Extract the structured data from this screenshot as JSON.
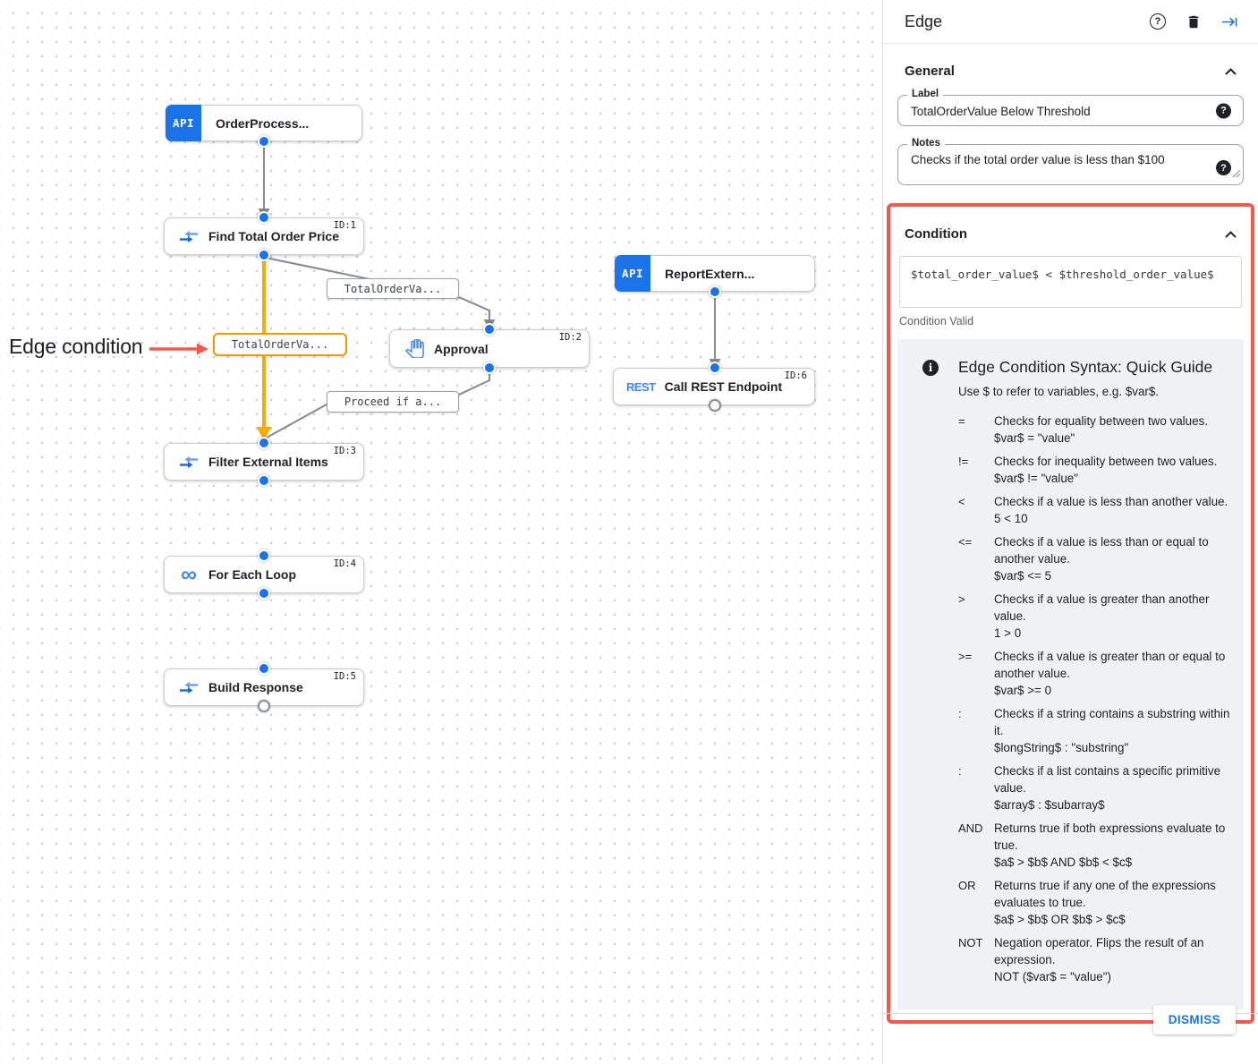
{
  "canvas": {
    "annotation": {
      "label": "Edge condition"
    },
    "nodes": [
      {
        "title": "OrderProcess...",
        "icon": "api-trigger-icon",
        "icon_label": "API"
      },
      {
        "title": "Find Total Order Price",
        "id": "ID:1",
        "icon": "data-mapping-icon"
      },
      {
        "title": "Approval",
        "id": "ID:2",
        "icon": "approval-hand-icon"
      },
      {
        "title": "ReportExtern...",
        "icon": "api-trigger-icon",
        "icon_label": "API"
      },
      {
        "title": "Call REST Endpoint",
        "id": "ID:6",
        "icon": "rest-icon",
        "icon_label": "REST"
      },
      {
        "title": "Filter External Items",
        "id": "ID:3",
        "icon": "data-mapping-icon"
      },
      {
        "title": "For Each Loop",
        "id": "ID:4",
        "icon": "loop-icon",
        "icon_label": "∞"
      },
      {
        "title": "Build Response",
        "id": "ID:5",
        "icon": "data-mapping-icon"
      }
    ],
    "edge_labels": [
      {
        "text": "TotalOrderVa...",
        "selected": false
      },
      {
        "text": "TotalOrderVa...",
        "selected": true
      },
      {
        "text": "Proceed if a...",
        "selected": false
      }
    ]
  },
  "panel": {
    "header": {
      "title": "Edge",
      "icon_names": [
        "help-icon",
        "delete-icon",
        "collapse-panel-icon"
      ],
      "help_glyph": "?"
    },
    "general": {
      "heading": "General",
      "label_field": {
        "label": "Label",
        "value": "TotalOrderValue Below Threshold",
        "help_glyph": "?"
      },
      "notes_field": {
        "label": "Notes",
        "value": "Checks if the total order value is less than $100",
        "help_glyph": "?"
      }
    },
    "condition": {
      "heading": "Condition",
      "expression": "$total_order_value$ < $threshold_order_value$",
      "status": "Condition Valid",
      "guide": {
        "title": "Edge Condition Syntax: Quick Guide",
        "intro": "Use $ to refer to variables, e.g. $var$.",
        "info_glyph": "i",
        "operators": [
          {
            "op": "=",
            "desc": "Checks for equality between two values.",
            "example": "$var$ = \"value\""
          },
          {
            "op": "!=",
            "desc": "Checks for inequality between two values.",
            "example": "$var$ != \"value\""
          },
          {
            "op": "<",
            "desc": "Checks if a value is less than another value.",
            "example": "5 < 10"
          },
          {
            "op": "<=",
            "desc": "Checks if a value is less than or equal to another value.",
            "example": "$var$ <= 5"
          },
          {
            "op": ">",
            "desc": "Checks if a value is greater than another value.",
            "example": "1 > 0"
          },
          {
            "op": ">=",
            "desc": "Checks if a value is greater than or equal to another value.",
            "example": "$var$ >= 0"
          },
          {
            "op": ":",
            "desc": "Checks if a string contains a substring within it.",
            "example": "$longString$ : \"substring\""
          },
          {
            "op": ":",
            "desc": "Checks if a list contains a specific primitive value.",
            "example": "$array$ : $subarray$"
          },
          {
            "op": "AND",
            "desc": "Returns true if both expressions evaluate to true.",
            "example": "$a$ > $b$ AND $b$ < $c$"
          },
          {
            "op": "OR",
            "desc": "Returns true if any one of the expressions evaluates to true.",
            "example": "$a$ > $b$ OR $b$ > $c$"
          },
          {
            "op": "NOT",
            "desc": "Negation operator. Flips the result of an expression.",
            "example": "NOT ($var$ = \"value\")"
          }
        ]
      }
    },
    "dismiss_label": "DISMISS"
  },
  "colors": {
    "accent_blue": "#1a73e8",
    "node_icon_blue": "#4285f4",
    "edge_orange": "#f9ab00",
    "selected_label_orange": "#f29900",
    "annotation_red": "#f4594e",
    "edge_gray": "#85898d"
  }
}
